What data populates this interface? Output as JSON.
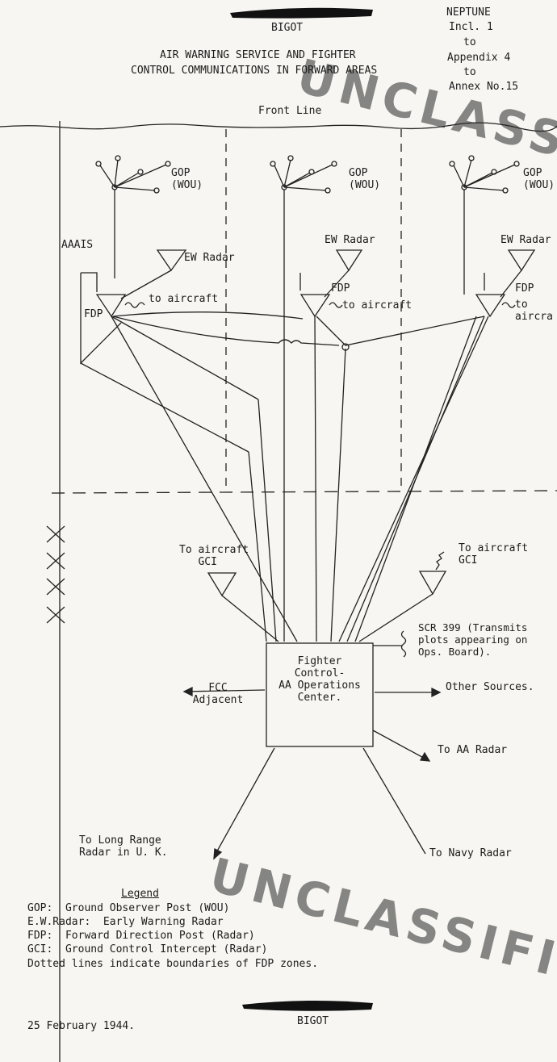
{
  "header": {
    "classification": "BIGOT",
    "title_line1": "AIR WARNING SERVICE AND FIGHTER",
    "title_line2": "CONTROL COMMUNICATIONS IN FORWARD AREAS",
    "ref_line1": "NEPTUNE",
    "ref_line2": "Incl. 1",
    "ref_line3": "to",
    "ref_line4": "Appendix 4",
    "ref_line5": "to",
    "ref_line6": "Annex No.15"
  },
  "stamp_text": "UNCLASSIFIED",
  "diagram": {
    "front_line": "Front Line",
    "gop_labels": [
      "GOP\n(WOU)",
      "GOP\n(WOU)",
      "GOP\n(WOU)"
    ],
    "aaais": "AAAIS",
    "ew_radar_labels": [
      "EW Radar",
      "EW Radar",
      "EW Radar"
    ],
    "fdp_labels": [
      "FDP",
      "FDP",
      "FDP"
    ],
    "to_aircraft_labels": [
      "to aircraft",
      "to aircraft",
      "to\naircra"
    ],
    "gci_left": "To aircraft\n   GCI",
    "gci_right": "To aircraft\nGCI",
    "center_box": "Fighter\nControl-\nAA Operations\nCenter.",
    "scr399": "SCR 399 (Transmits\nplots appearing on\nOps. Board).",
    "fcc_adjacent": "FCC\nAdjacent",
    "other_sources": "Other Sources.",
    "to_aa_radar": "To AA Radar",
    "to_long_range": "To Long Range\nRadar in U. K.",
    "to_navy_radar": "To Navy Radar"
  },
  "legend": {
    "title": "Legend",
    "entries": [
      "GOP:  Ground Observer Post (WOU)",
      "E.W.Radar:  Early Warning Radar",
      "FDP:  Forward Direction Post (Radar)",
      "GCI:  Ground Control Intercept (Radar)",
      "Dotted lines indicate boundaries of FDP zones."
    ]
  },
  "footer": {
    "date": "25 February 1944.",
    "classification": "BIGOT"
  }
}
